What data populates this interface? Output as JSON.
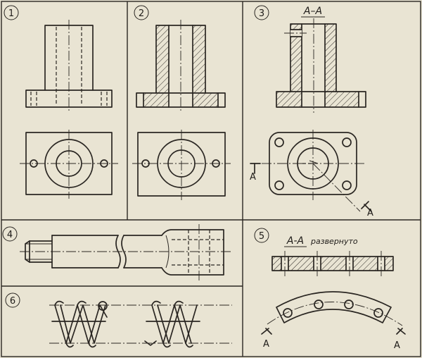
{
  "panels": {
    "p1": {
      "number": "1"
    },
    "p2": {
      "number": "2"
    },
    "p3": {
      "number": "3",
      "section_title": "А–А",
      "marker_left": "А",
      "marker_right": "А"
    },
    "p4": {
      "number": "4"
    },
    "p5": {
      "number": "5",
      "section_title": "А-А",
      "section_note": "развернуто",
      "marker_left": "А",
      "marker_right": "А"
    },
    "p6": {
      "number": "6"
    }
  },
  "colors": {
    "ink": "#2a2622",
    "paper": "#e9e4d3"
  }
}
